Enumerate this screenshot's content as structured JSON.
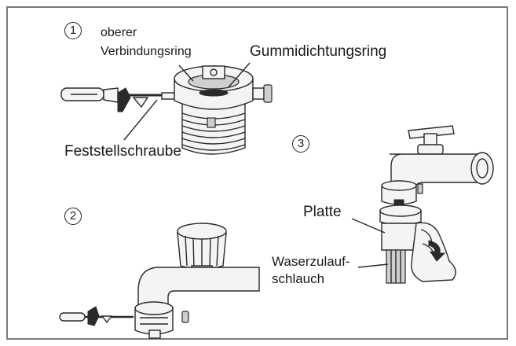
{
  "steps": {
    "s1": "1",
    "s2": "2",
    "s3": "3"
  },
  "labels": {
    "upper_ring_line1": "oberer",
    "upper_ring_line2": "Verbindungsring",
    "rubber_seal": "Gummidichtungsring",
    "lock_screw": "Feststellschraube",
    "plate": "Platte",
    "hose_line1": "Waserzulauf-",
    "hose_line2": "schlauch"
  },
  "colors": {
    "border": "#7a7a7a",
    "line": "#2a2a2a",
    "fill_light": "#f4f4f4",
    "fill_mid": "#cfcfcf"
  }
}
